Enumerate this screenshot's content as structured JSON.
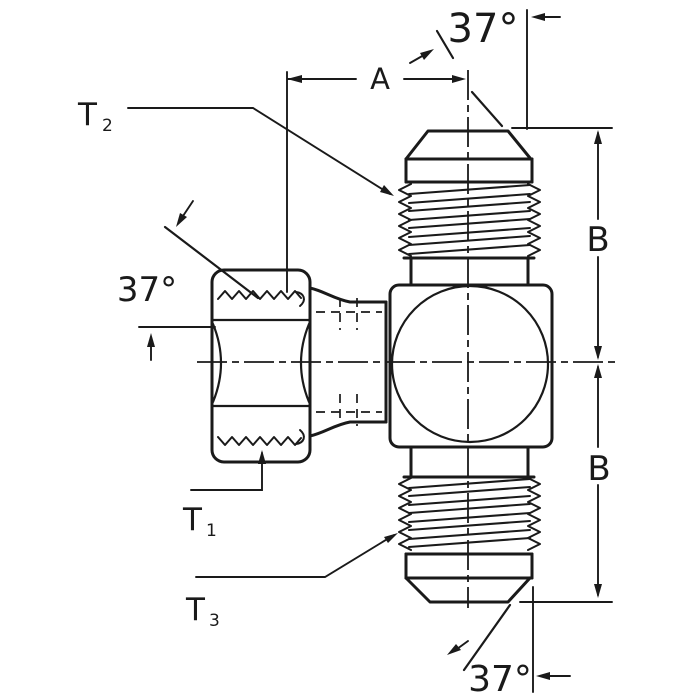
{
  "diagram": {
    "type": "technical-drawing",
    "subject": "female swivel branch tee hydraulic fitting with 37-degree flare ends, dimensioned",
    "colors": {
      "ink": "#1a1a1a",
      "background": "#ffffff"
    },
    "labels": {
      "angle_top": "37°",
      "angle_left": "37°",
      "angle_bottom": "37°",
      "dim_a": "A",
      "dim_b_upper": "B",
      "dim_b_lower": "B",
      "t1": {
        "main": "T",
        "sub": "1"
      },
      "t2": {
        "main": "T",
        "sub": "2"
      },
      "t3": {
        "main": "T",
        "sub": "3"
      }
    }
  }
}
